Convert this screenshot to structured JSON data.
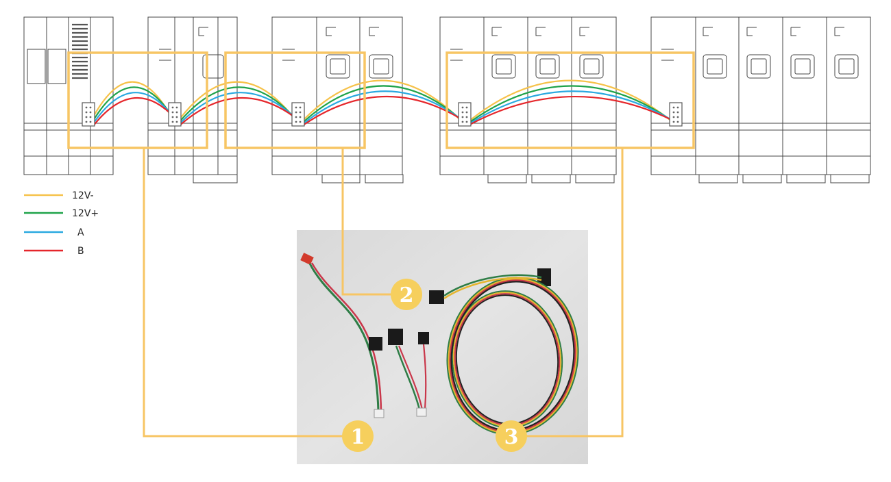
{
  "colors": {
    "wire_12v_minus": "#f6c24a",
    "wire_12v_plus": "#1fa34a",
    "wire_a": "#2aa9e0",
    "wire_b": "#e5262b",
    "callout": "#f7c564",
    "badge": "#f6cf5d",
    "device_stroke": "#444444",
    "photo_background": "#dfdfdf"
  },
  "legend": [
    {
      "label": "12V-",
      "color": "#f6c24a"
    },
    {
      "label": "12V+",
      "color": "#1fa34a"
    },
    {
      "label": "A",
      "color": "#2aa9e0"
    },
    {
      "label": "B",
      "color": "#e5262b"
    }
  ],
  "callouts": [
    {
      "number": "1"
    },
    {
      "number": "2"
    },
    {
      "number": "3"
    }
  ],
  "photo": {
    "subject": "cable-harness-photo"
  }
}
